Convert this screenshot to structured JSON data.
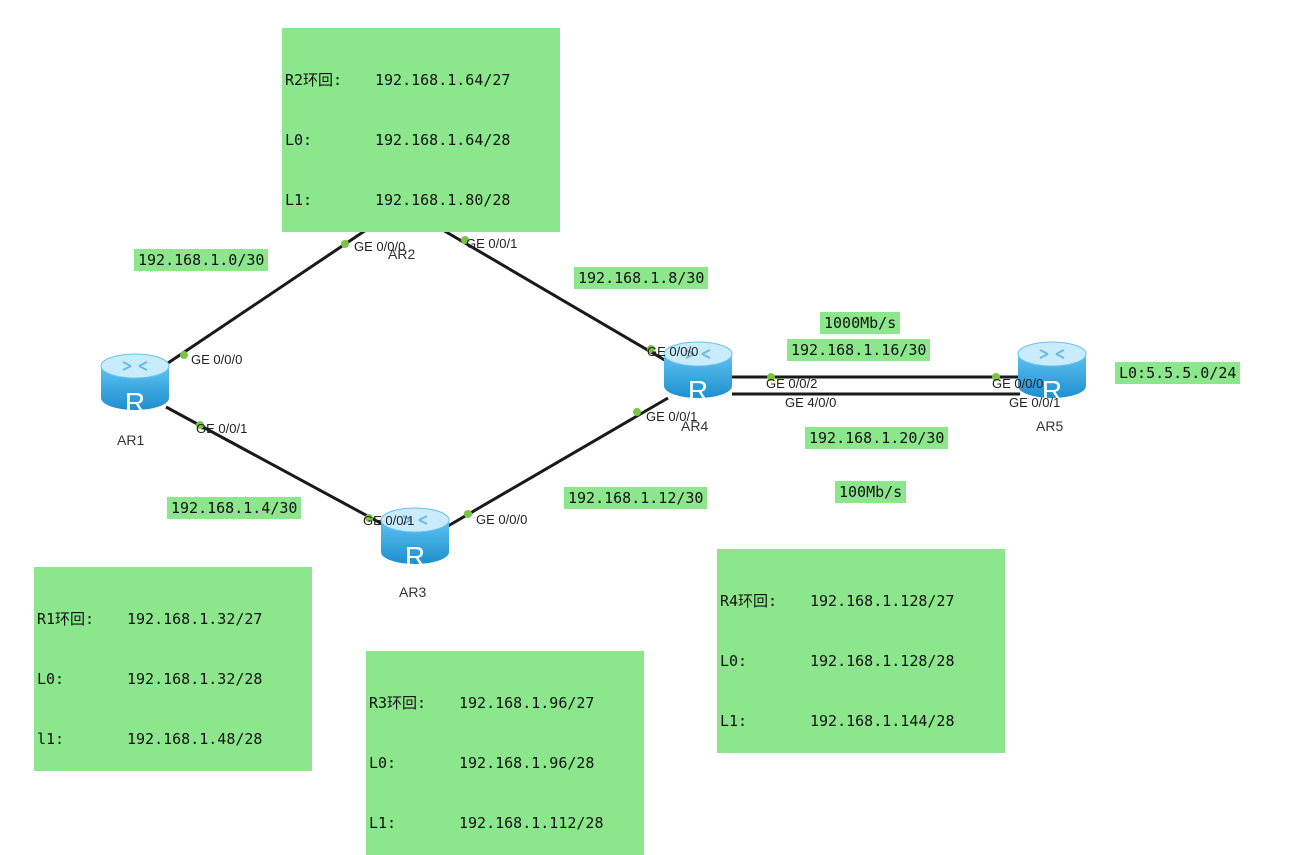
{
  "colors": {
    "note_bg": "#8ce68c",
    "link": "#1a1a1a",
    "port_dot": "#7cc443",
    "router_top": "#c8ecfb",
    "router_body": "#3aa6e0"
  },
  "routers": {
    "ar1": {
      "name": "AR1",
      "glyph": "R"
    },
    "ar2": {
      "name": "AR2",
      "glyph": "R"
    },
    "ar3": {
      "name": "AR3",
      "glyph": "R"
    },
    "ar4": {
      "name": "AR4",
      "glyph": "R"
    },
    "ar5": {
      "name": "AR5",
      "glyph": "R"
    }
  },
  "ports": {
    "ar1_g0": "GE 0/0/0",
    "ar1_g1": "GE 0/0/1",
    "ar2_g0": "GE 0/0/0",
    "ar2_g1": "GE 0/0/1",
    "ar3_g1": "GE 0/0/1",
    "ar3_g0": "GE 0/0/0",
    "ar4_g0": "GE 0/0/0",
    "ar4_g1": "GE 0/0/1",
    "ar4_g2": "GE 0/0/2",
    "ar4_g400": "GE 4/0/0",
    "ar5_g0": "GE 0/0/0",
    "ar5_g1": "GE 0/0/1"
  },
  "subnets": {
    "ar1_ar2": "192.168.1.0/30",
    "ar1_ar3": "192.168.1.4/30",
    "ar2_ar4": "192.168.1.8/30",
    "ar3_ar4": "192.168.1.12/30",
    "ar4_ar5_a": "192.168.1.16/30",
    "ar4_ar5_b": "192.168.1.20/30",
    "ar5_loop": "L0:5.5.5.0/24"
  },
  "speeds": {
    "upper": "1000Mb/s",
    "lower": "100Mb/s"
  },
  "loopbacks": {
    "r2": {
      "rows": [
        {
          "k": "R2环回:",
          "v": "192.168.1.64/27"
        },
        {
          "k": "L0:",
          "v": "192.168.1.64/28"
        },
        {
          "k": "L1:",
          "v": "192.168.1.80/28"
        }
      ]
    },
    "r1": {
      "rows": [
        {
          "k": "R1环回:",
          "v": "192.168.1.32/27"
        },
        {
          "k": "L0:",
          "v": "192.168.1.32/28"
        },
        {
          "k": "l1:",
          "v": "192.168.1.48/28"
        }
      ]
    },
    "r3": {
      "rows": [
        {
          "k": "R3环回:",
          "v": "192.168.1.96/27"
        },
        {
          "k": "L0:",
          "v": "192.168.1.96/28"
        },
        {
          "k": "L1:",
          "v": "192.168.1.112/28"
        }
      ]
    },
    "r4": {
      "rows": [
        {
          "k": "R4环回:",
          "v": "192.168.1.128/27"
        },
        {
          "k": "L0:",
          "v": "192.168.1.128/28"
        },
        {
          "k": "L1:",
          "v": "192.168.1.144/28"
        }
      ]
    }
  }
}
